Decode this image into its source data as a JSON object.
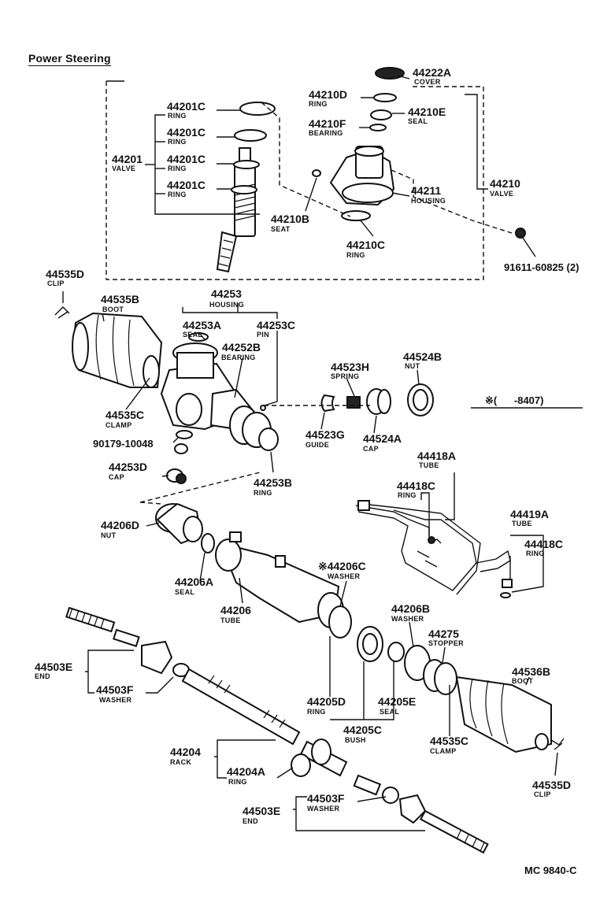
{
  "title": "Power Steering",
  "figure_code": "MC 9840-C",
  "applicability_note": "※(      -8407)",
  "callouts": [
    {
      "id": "c44222A",
      "number": "44222A",
      "name": "COVER"
    },
    {
      "id": "c44210D",
      "number": "44210D",
      "name": "RING"
    },
    {
      "id": "c44210E",
      "number": "44210E",
      "name": "SEAL"
    },
    {
      "id": "c44210F",
      "number": "44210F",
      "name": "BEARING"
    },
    {
      "id": "c44210",
      "number": "44210",
      "name": "VALVE"
    },
    {
      "id": "c44211",
      "number": "44211",
      "name": "HOUSING"
    },
    {
      "id": "c44210B",
      "number": "44210B",
      "name": "SEAT"
    },
    {
      "id": "c44210C",
      "number": "44210C",
      "name": "RING"
    },
    {
      "id": "c91611",
      "number": "91611-60825 (2)",
      "name": ""
    },
    {
      "id": "c44201Ca",
      "number": "44201C",
      "name": "RING"
    },
    {
      "id": "c44201Cb",
      "number": "44201C",
      "name": "RING"
    },
    {
      "id": "c44201Cc",
      "number": "44201C",
      "name": "RING"
    },
    {
      "id": "c44201Cd",
      "number": "44201C",
      "name": "RING"
    },
    {
      "id": "c44201",
      "number": "44201",
      "name": "VALVE"
    },
    {
      "id": "c44535Da",
      "number": "44535D",
      "name": "CLIP"
    },
    {
      "id": "c44535B",
      "number": "44535B",
      "name": "BOOT"
    },
    {
      "id": "c44253",
      "number": "44253",
      "name": "HOUSING"
    },
    {
      "id": "c44253A",
      "number": "44253A",
      "name": "SEAL"
    },
    {
      "id": "c44253C",
      "number": "44253C",
      "name": "PIN"
    },
    {
      "id": "c44252B",
      "number": "44252B",
      "name": "BEARING"
    },
    {
      "id": "c44523H",
      "number": "44523H",
      "name": "SPRING"
    },
    {
      "id": "c44524B",
      "number": "44524B",
      "name": "NUT"
    },
    {
      "id": "c44535Ca",
      "number": "44535C",
      "name": "CLAMP"
    },
    {
      "id": "c90179",
      "number": "90179-10048",
      "name": ""
    },
    {
      "id": "c44523G",
      "number": "44523G",
      "name": "GUIDE"
    },
    {
      "id": "c44524A",
      "number": "44524A",
      "name": "CAP"
    },
    {
      "id": "c44253D",
      "number": "44253D",
      "name": "CAP"
    },
    {
      "id": "c44253B",
      "number": "44253B",
      "name": "RING"
    },
    {
      "id": "c44418A",
      "number": "44418A",
      "name": "TUBE"
    },
    {
      "id": "c44418Ca",
      "number": "44418C",
      "name": "RING"
    },
    {
      "id": "c44419A",
      "number": "44419A",
      "name": "TUBE"
    },
    {
      "id": "c44418Cb",
      "number": "44418C",
      "name": "RING"
    },
    {
      "id": "c44206D",
      "number": "44206D",
      "name": "NUT"
    },
    {
      "id": "c44206A",
      "number": "44206A",
      "name": "SEAL"
    },
    {
      "id": "c44206",
      "number": "44206",
      "name": "TUBE"
    },
    {
      "id": "c44206C",
      "number": "※44206C",
      "name": "WASHER"
    },
    {
      "id": "c44206B",
      "number": "44206B",
      "name": "WASHER"
    },
    {
      "id": "c44275",
      "number": "44275",
      "name": "STOPPER"
    },
    {
      "id": "c44536B",
      "number": "44536B",
      "name": "BOOT"
    },
    {
      "id": "c44503Ea",
      "number": "44503E",
      "name": "END"
    },
    {
      "id": "c44503Fa",
      "number": "44503F",
      "name": "WASHER"
    },
    {
      "id": "c44205D",
      "number": "44205D",
      "name": "RING"
    },
    {
      "id": "c44205E",
      "number": "44205E",
      "name": "SEAL"
    },
    {
      "id": "c44205C",
      "number": "44205C",
      "name": "BUSH"
    },
    {
      "id": "c44535Cb",
      "number": "44535C",
      "name": "CLAMP"
    },
    {
      "id": "c44204",
      "number": "44204",
      "name": "RACK"
    },
    {
      "id": "c44204A",
      "number": "44204A",
      "name": "RING"
    },
    {
      "id": "c44535Db",
      "number": "44535D",
      "name": "CLIP"
    },
    {
      "id": "c44503Fb",
      "number": "44503F",
      "name": "WASHER"
    },
    {
      "id": "c44503Eb",
      "number": "44503E",
      "name": "END"
    }
  ]
}
